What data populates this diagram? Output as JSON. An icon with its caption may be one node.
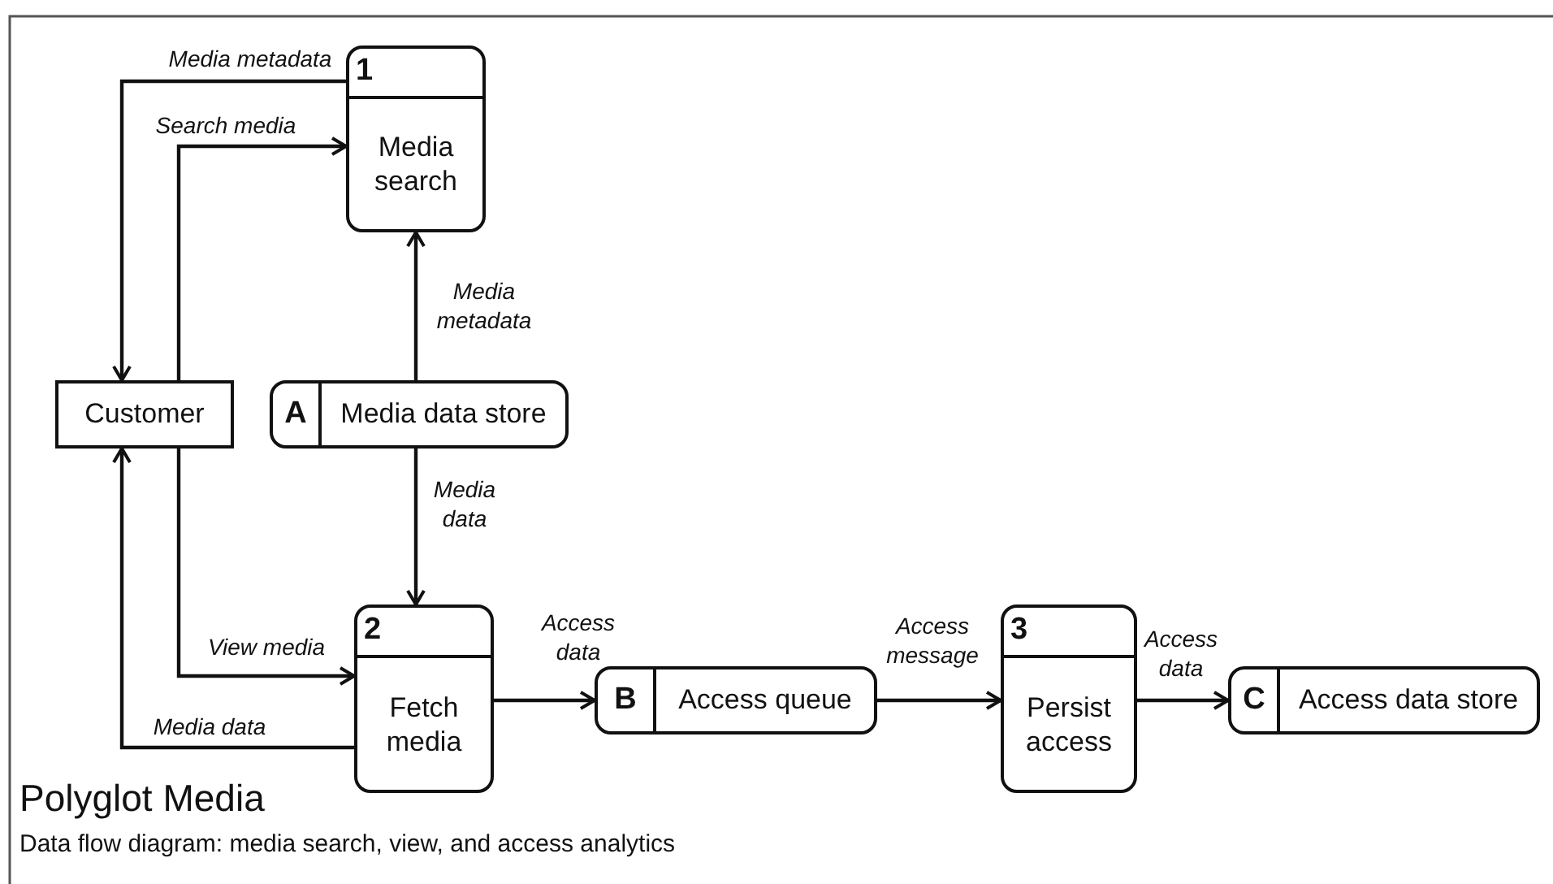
{
  "diagram": {
    "title": "Polyglot Media",
    "caption": "Data flow diagram: media search, view, and access analytics",
    "nodes": [
      {
        "text": [
          "1",
          "Media search"
        ]
      },
      {
        "text": [
          "Customer"
        ]
      },
      {
        "text": [
          "A",
          "Media data store"
        ]
      },
      {
        "text": [
          "2",
          "Fetch media"
        ]
      },
      {
        "text": [
          "B",
          "Access queue"
        ]
      },
      {
        "text": [
          "3",
          "Persist access"
        ]
      },
      {
        "text": [
          "C",
          "Access data store"
        ]
      }
    ],
    "edges": [
      {
        "from": 0,
        "to": 1,
        "arrow": "to",
        "label": "Media metadata"
      },
      {
        "from": 1,
        "to": 0,
        "arrow": "to",
        "label": "Search media"
      },
      {
        "from": 2,
        "to": 0,
        "arrow": "to",
        "label": "Media metadata"
      },
      {
        "from": 2,
        "to": 3,
        "arrow": "to",
        "label": "Media data"
      },
      {
        "from": 1,
        "to": 3,
        "arrow": "to",
        "label": "View media"
      },
      {
        "from": 3,
        "to": 1,
        "arrow": "to",
        "label": "Media data"
      },
      {
        "from": 3,
        "to": 4,
        "arrow": "to",
        "label": "Access data"
      },
      {
        "from": 4,
        "to": 5,
        "arrow": "to",
        "label": "Access message"
      },
      {
        "from": 5,
        "to": 6,
        "arrow": "to",
        "label": "Access data"
      }
    ]
  }
}
